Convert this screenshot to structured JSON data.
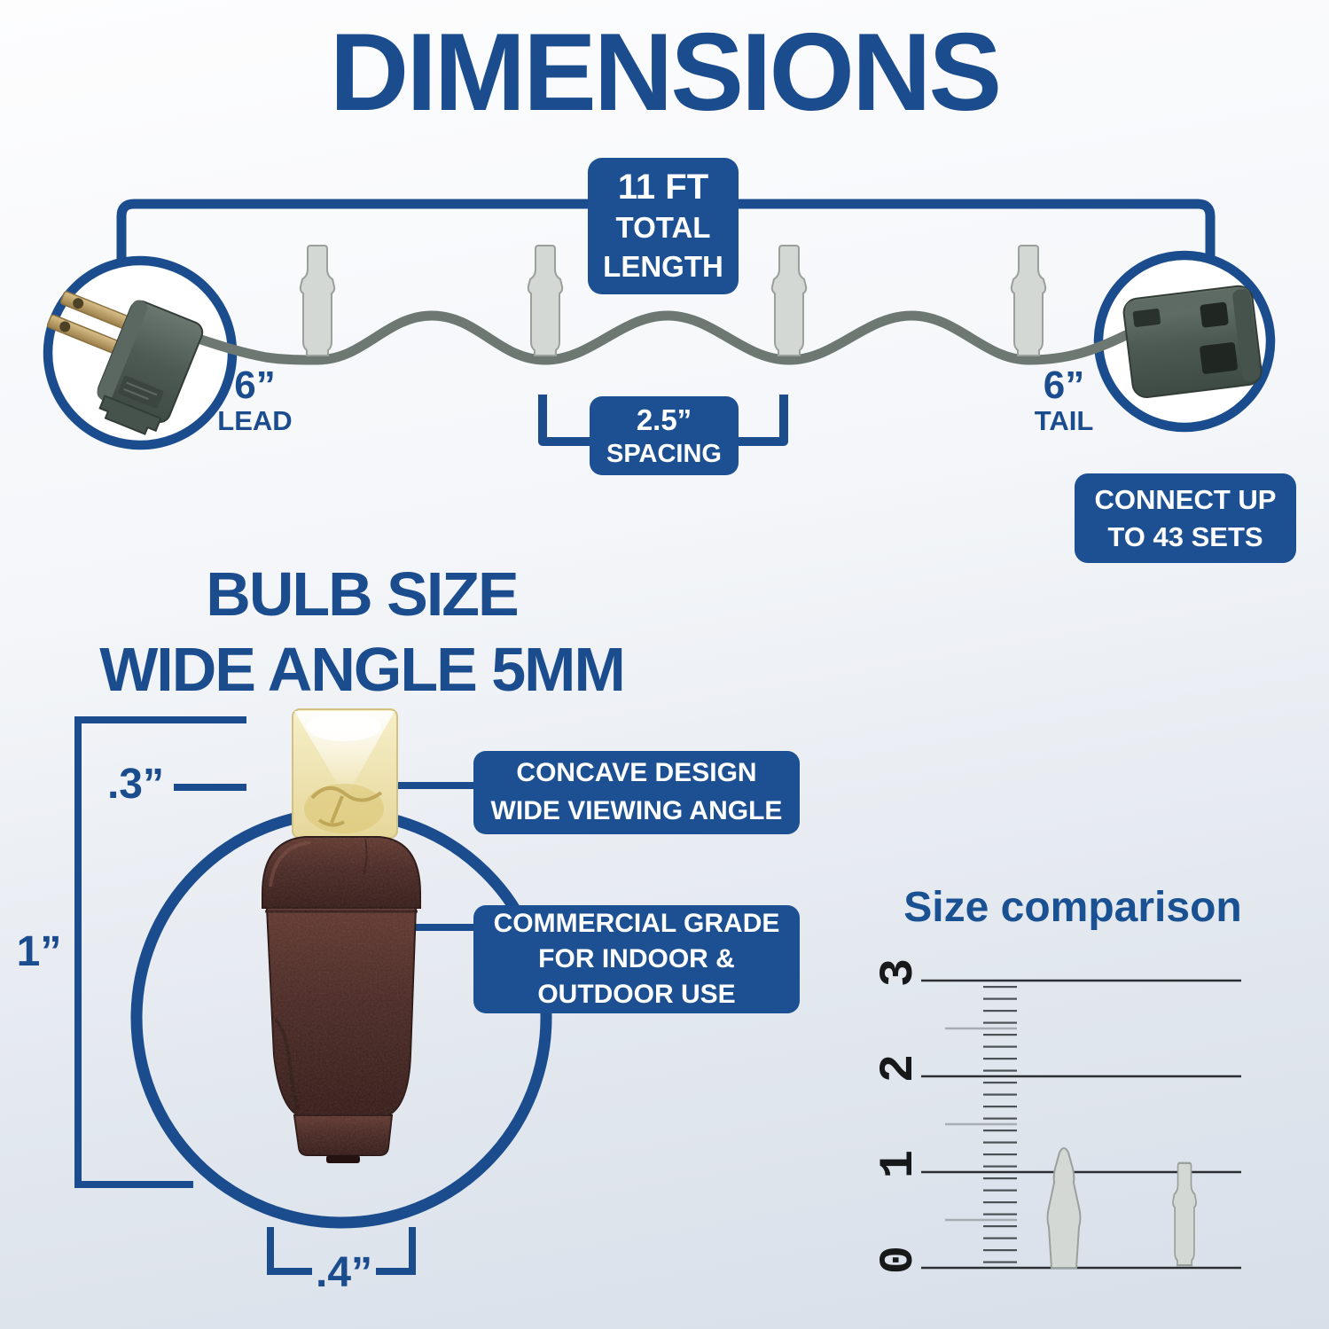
{
  "colors": {
    "blue": "#1b4d8e",
    "badge-blue": "#1d5093",
    "wire-gray": "#6d7873",
    "bulb-gray": "#d3d8d4",
    "bulb-outline": "#9aa19b",
    "ruler-line": "#2b2f33",
    "led-brown": "#4a2823",
    "led-tip": "#efe4b0"
  },
  "title": "DIMENSIONS",
  "string_diagram": {
    "total_length_badge": {
      "line1": "11 FT",
      "line2": "TOTAL",
      "line3": "LENGTH"
    },
    "lead_label": {
      "value": "6”",
      "caption": "LEAD"
    },
    "spacing_badge": {
      "line1": "2.5”",
      "line2": "SPACING"
    },
    "tail_label": {
      "value": "6”",
      "caption": "TAIL"
    },
    "connect_badge": {
      "line1": "CONNECT UP",
      "line2": "TO 43 SETS"
    }
  },
  "bulb_section": {
    "heading_line1": "BULB SIZE",
    "heading_line2": "WIDE ANGLE 5MM",
    "measurements": {
      "tip_height": ".3”",
      "total_height": "1”",
      "width": ".4”"
    },
    "callouts": {
      "concave": {
        "line1": "CONCAVE DESIGN",
        "line2": "WIDE VIEWING ANGLE"
      },
      "commercial": {
        "line1": "COMMERCIAL GRADE",
        "line2": "FOR INDOOR &",
        "line3": "OUTDOOR USE"
      }
    }
  },
  "size_comparison": {
    "title": "Size comparison",
    "ruler_labels": [
      "3",
      "2",
      "1",
      "0"
    ]
  }
}
